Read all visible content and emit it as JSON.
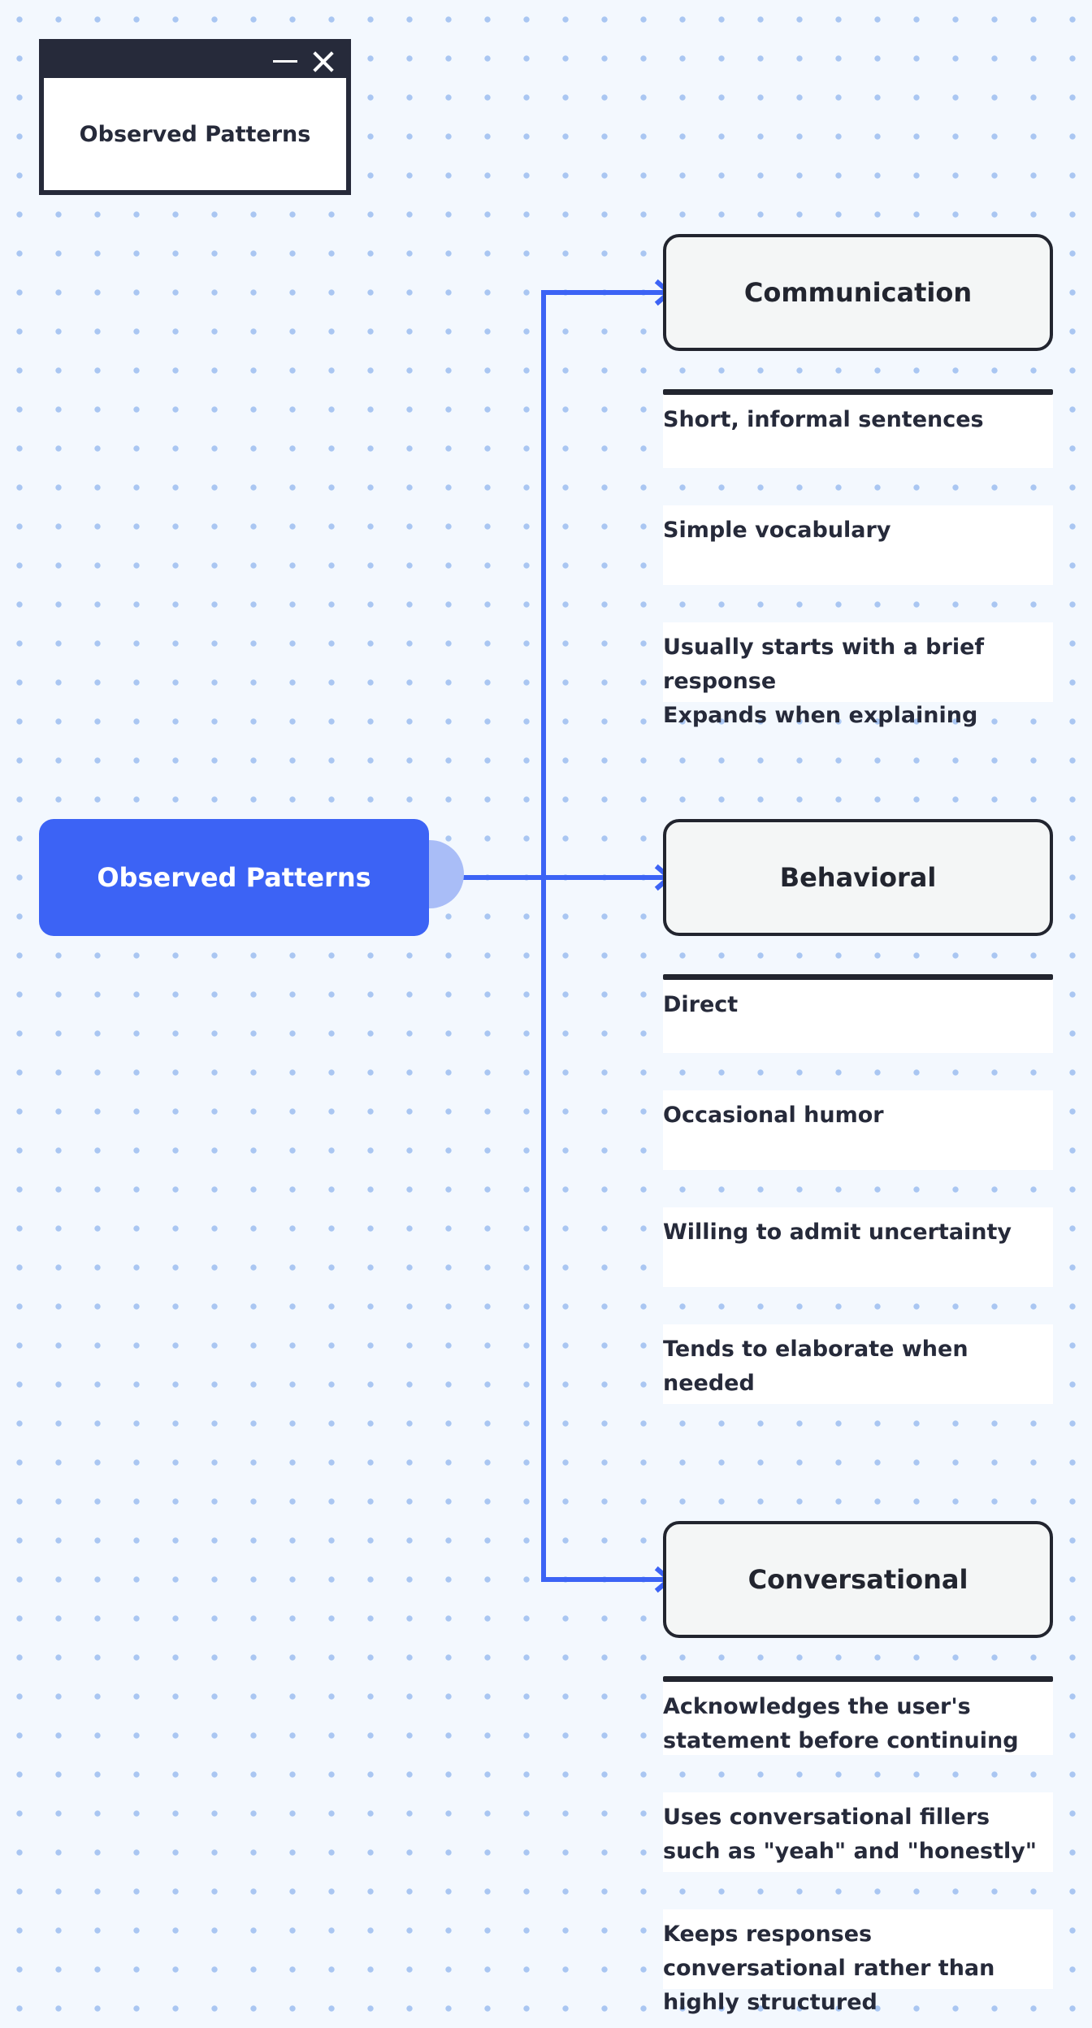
{
  "window": {
    "title": "Observed Patterns",
    "icons": [
      "minimize-icon",
      "close-icon"
    ]
  },
  "root": {
    "label": "Observed Patterns",
    "color": "#3c63f5"
  },
  "edge_color": "#3c63f5",
  "categories": [
    {
      "label": "Communication",
      "items": [
        "Short, informal sentences",
        "Simple vocabulary",
        "Usually starts with a brief response\nExpands when explaining"
      ]
    },
    {
      "label": "Behavioral",
      "items": [
        "Direct",
        "Occasional humor",
        "Willing to admit uncertainty",
        "Tends to elaborate when needed"
      ]
    },
    {
      "label": "Conversational",
      "items": [
        "Acknowledges the user's statement before continuing",
        "Uses conversational fillers such as \"yeah\" and \"honestly\"",
        "Keeps responses conversational rather than highly structured"
      ]
    }
  ]
}
